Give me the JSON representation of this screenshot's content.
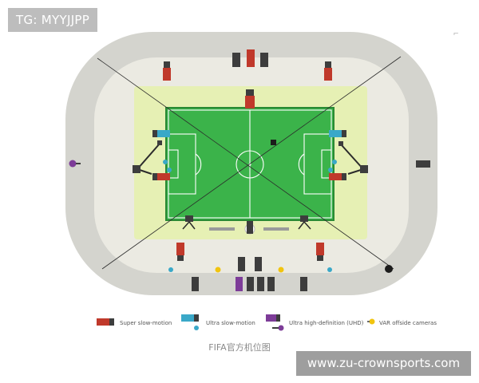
{
  "watermark_top": "TG: MYYJJPP",
  "watermark_bottom": "www.zu-crownsports.com",
  "caption": "FIFA官方机位图",
  "corner_mark": "⌐",
  "legend": [
    {
      "label": "Super slow-motion",
      "color": "#c0392b",
      "icon": "camera-red-icon"
    },
    {
      "label": "Ultra slow-motion",
      "color": "#3aa8c8",
      "icon": "camera-cyan-icon"
    },
    {
      "label": "Ultra high-definition (UHD)",
      "color": "#7d3c98",
      "icon": "camera-purple-icon"
    },
    {
      "label": "VAR offside cameras",
      "color": "#f1c40f",
      "icon": "camera-yellow-icon"
    }
  ],
  "colors": {
    "stadium_outer": "#d4d4ce",
    "stadium_ring": "#e4e3d9",
    "apron": "#e6f0b4",
    "pitch": "#3bb34a",
    "pitch_border": "#2a8a35",
    "line": "#ffffff",
    "standard_camera": "#3d3d3d",
    "red": "#c0392b",
    "cyan": "#3aa8c8",
    "purple": "#7d3c98",
    "yellow": "#f1c40f"
  }
}
